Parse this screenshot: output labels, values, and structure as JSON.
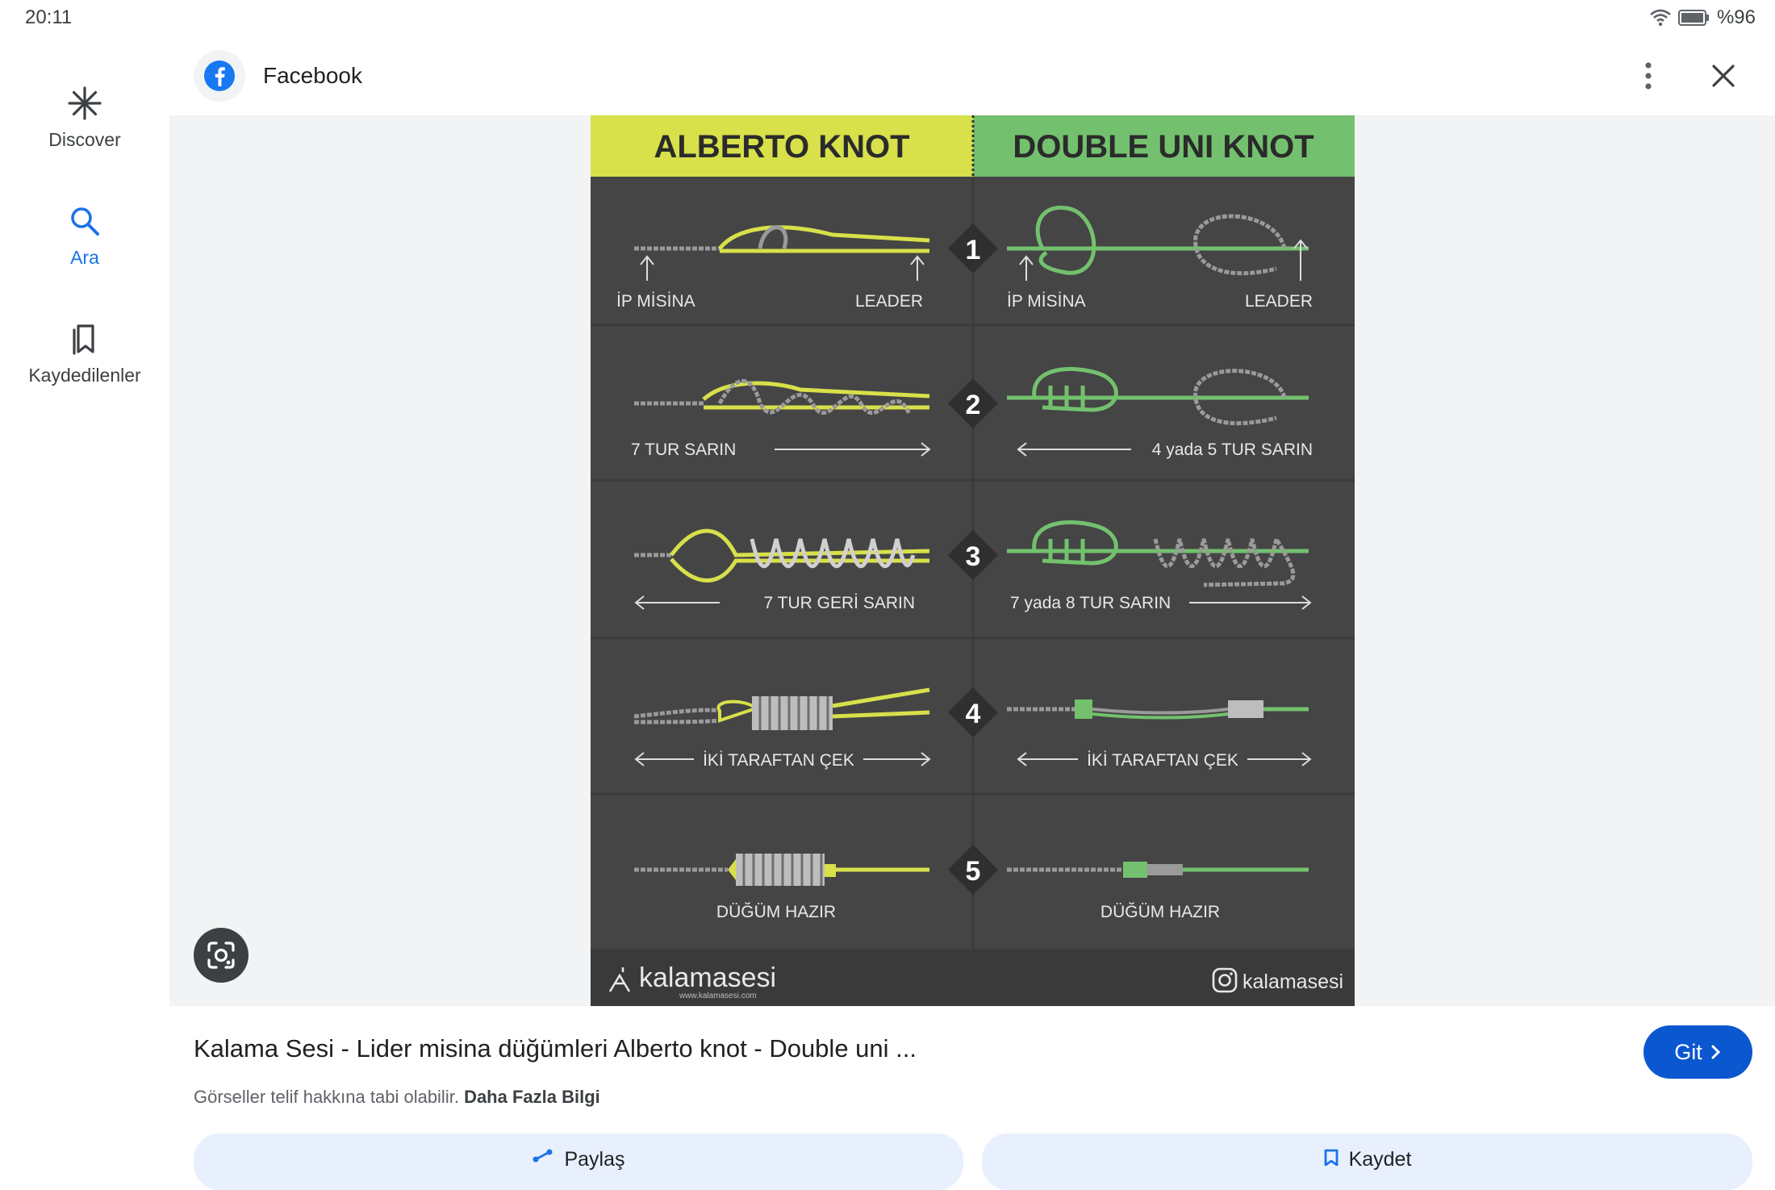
{
  "status_bar": {
    "time": "20:11",
    "battery_text": "%96"
  },
  "rail": {
    "items": [
      {
        "label": "Discover",
        "icon": "asterisk-icon",
        "active": false
      },
      {
        "label": "Ara",
        "icon": "search-icon",
        "active": true
      },
      {
        "label": "Kaydedilenler",
        "icon": "bookmarks-icon",
        "active": false
      }
    ]
  },
  "header": {
    "source_name": "Facebook"
  },
  "image": {
    "left_title": "ALBERTO KNOT",
    "right_title": "DOUBLE UNI KNOT",
    "steps": [
      {
        "number": "1",
        "left_labels": [
          "İP MİSİNA",
          "LEADER"
        ],
        "right_labels": [
          "İP MİSİNA",
          "LEADER"
        ]
      },
      {
        "number": "2",
        "left_labels": [
          "7 TUR SARIN"
        ],
        "right_labels": [
          "4 yada 5 TUR SARIN"
        ]
      },
      {
        "number": "3",
        "left_labels": [
          "7 TUR GERİ SARIN"
        ],
        "right_labels": [
          "7 yada 8 TUR SARIN"
        ]
      },
      {
        "number": "4",
        "left_labels": [
          "İKİ TARAFTAN ÇEK"
        ],
        "right_labels": [
          "İKİ TARAFTAN ÇEK"
        ]
      },
      {
        "number": "5",
        "left_labels": [
          "DÜĞÜM HAZIR"
        ],
        "right_labels": [
          "DÜĞÜM HAZIR"
        ]
      }
    ],
    "brand": "kalamasesi",
    "brand_url": "www.kalamasesi.com",
    "instagram_handle": "kalamasesi",
    "colors": {
      "alberto": "#d8e04a",
      "double_uni": "#73c16e",
      "line": "#9a9a9a",
      "panel": "#454545"
    }
  },
  "result": {
    "title": "Kalama Sesi - Lider misina düğümleri Alberto knot - Double uni ...",
    "copyright_text": "Görseller telif hakkına tabi olabilir.",
    "more_info_link": "Daha Fazla Bilgi",
    "go_button": "Git",
    "share_button": "Paylaş",
    "save_button": "Kaydet"
  },
  "colors": {
    "accent": "#1a73e8",
    "button_blue": "#0b57d0",
    "viewer_bg": "#f1f3f4"
  }
}
